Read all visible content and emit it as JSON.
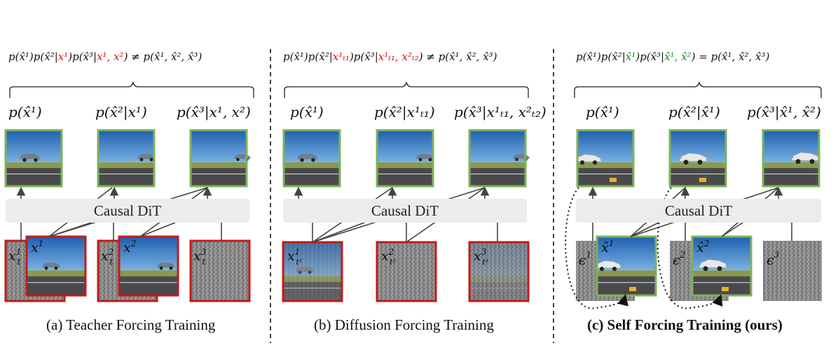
{
  "panels": [
    {
      "equation_parts": [
        "p(x̂¹)p(x̂²|",
        "x¹",
        ")p(x̂³|",
        "x¹, x²",
        ") ≠ p(x̂¹, x̂², x̂³)"
      ],
      "labels": [
        "p(x̂¹)",
        "p(x̂²|x¹)",
        "p(x̂³|x¹, x²)"
      ],
      "module": "Causal DiT",
      "inputs": [
        "x",
        "x",
        "x",
        "x",
        "x"
      ],
      "caption": "(a) Teacher Forcing Training"
    },
    {
      "equation_parts": [
        "p(x̂¹)p(x̂²|",
        "x¹ₜ₁",
        ")p(x̂³|",
        "x¹ₜ₁, x²ₜ₂",
        ") ≠ p(x̂¹, x̂², x̂³)"
      ],
      "labels": [
        "p(x̂¹)",
        "p(x̂²|x¹ₜ₁)",
        "p(x̂³|x¹ₜ₁, x²ₜ₂)"
      ],
      "module": "Causal DiT",
      "inputs": [
        "x",
        "x",
        "x"
      ],
      "caption": "(b) Diffusion Forcing Training"
    },
    {
      "equation_parts": [
        "p(x̂¹)p(x̂²|",
        "x̂¹",
        ")p(x̂³|",
        "x̂¹, x̂²",
        ") = p(x̂¹, x̂², x̂³)"
      ],
      "labels": [
        "p(x̂¹)",
        "p(x̂²|x̂¹)",
        "p(x̂³|x̂¹, x̂²)"
      ],
      "module": "Causal DiT",
      "inputs": [
        "ε",
        "x̂",
        "ε",
        "x̂",
        "ε"
      ],
      "caption": "(c) Self Forcing Training (ours)"
    }
  ],
  "colors": {
    "frame_green": "#7cb35a",
    "frame_red": "#c41a1a",
    "highlight_red": "#e01010",
    "highlight_green": "#1a8c1a"
  }
}
